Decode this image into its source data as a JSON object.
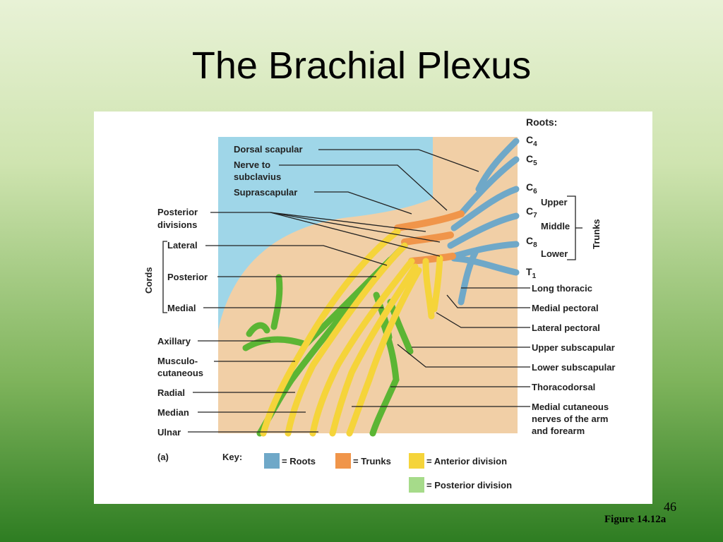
{
  "slide": {
    "title": "The Brachial Plexus",
    "slide_number": "46",
    "figure_caption": "Figure 14.12a"
  },
  "diagram": {
    "panel_letter": "(a)",
    "roots_header": "Roots:",
    "roots": [
      {
        "letter": "C",
        "sub": "4"
      },
      {
        "letter": "C",
        "sub": "5"
      },
      {
        "letter": "C",
        "sub": "6"
      },
      {
        "letter": "C",
        "sub": "7"
      },
      {
        "letter": "C",
        "sub": "8"
      },
      {
        "letter": "T",
        "sub": "1"
      }
    ],
    "trunks_label": "Trunks",
    "trunks": [
      "Upper",
      "Middle",
      "Lower"
    ],
    "cords_label": "Cords",
    "cords": [
      "Lateral",
      "Posterior",
      "Medial"
    ],
    "left_labels": {
      "dorsal_scapular": "Dorsal scapular",
      "nerve_to_subclavius_1": "Nerve to",
      "nerve_to_subclavius_2": "subclavius",
      "suprascapular": "Suprascapular",
      "posterior_divisions_1": "Posterior",
      "posterior_divisions_2": "divisions",
      "axillary": "Axillary",
      "musculocutaneous_1": "Musculo-",
      "musculocutaneous_2": "cutaneous",
      "radial": "Radial",
      "median": "Median",
      "ulnar": "Ulnar"
    },
    "right_labels": {
      "long_thoracic": "Long thoracic",
      "medial_pectoral": "Medial pectoral",
      "lateral_pectoral": "Lateral pectoral",
      "upper_subscapular": "Upper subscapular",
      "lower_subscapular": "Lower subscapular",
      "thoracodorsal": "Thoracodorsal",
      "medial_cutaneous_1": "Medial cutaneous",
      "medial_cutaneous_2": "nerves of the arm",
      "medial_cutaneous_3": "and forearm"
    },
    "key": {
      "title": "Key:",
      "items": [
        {
          "label": "= Roots",
          "color": "#6fa8c8"
        },
        {
          "label": "= Trunks",
          "color": "#f0954a"
        },
        {
          "label": "= Anterior division",
          "color": "#f5d43a"
        },
        {
          "label": "= Posterior division",
          "color": "#a6db8a"
        }
      ]
    },
    "colors": {
      "sky": "#9fd6e8",
      "skin": "#f1cfa6",
      "roots": "#6fa8c8",
      "trunks": "#f0954a",
      "anterior": "#f5d43a",
      "posterior": "#5bb534"
    }
  }
}
